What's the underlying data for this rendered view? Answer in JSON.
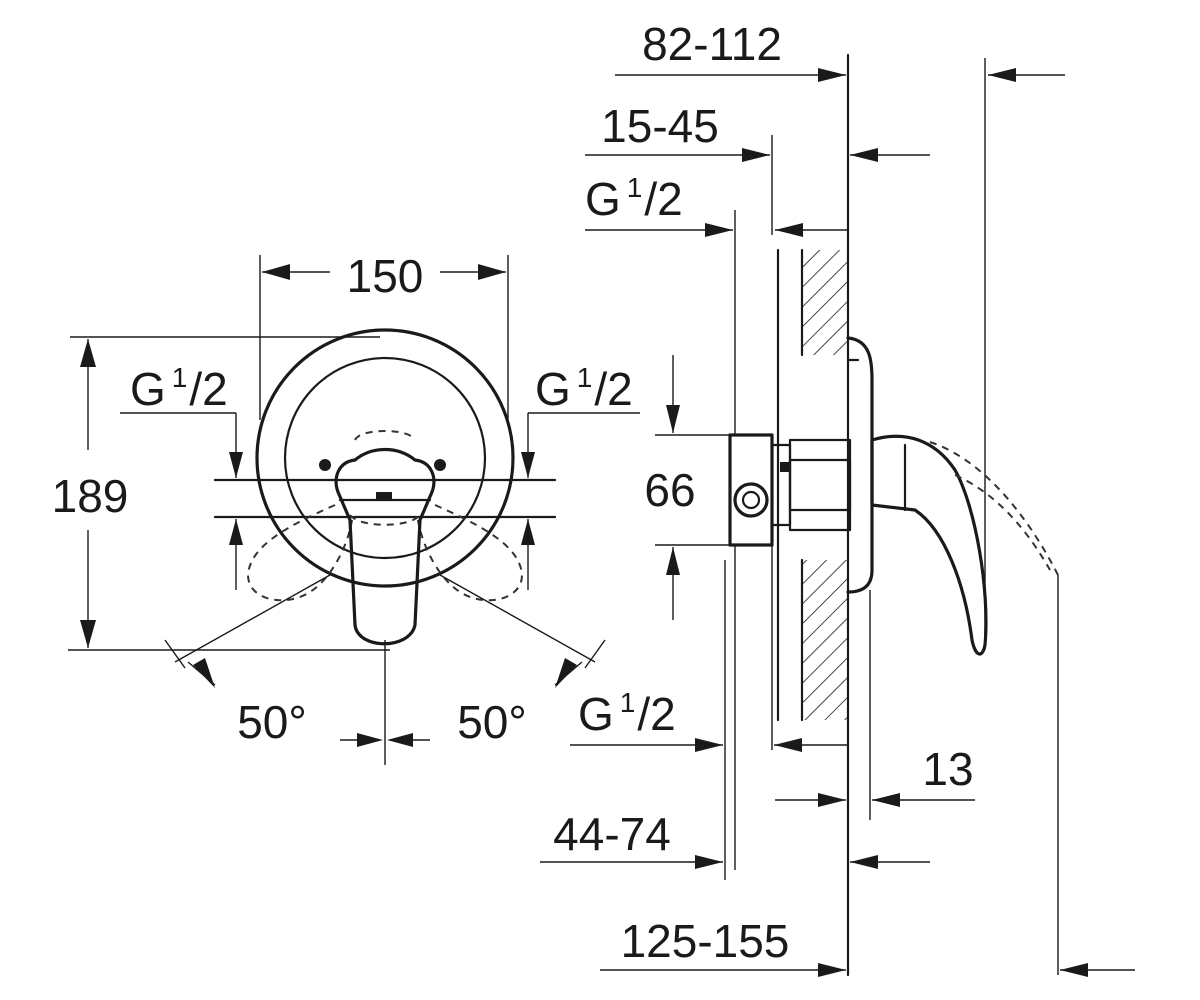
{
  "front_view": {
    "width_label": "150",
    "height_label": "189",
    "inlet_left_label": "G",
    "inlet_left_sup": "1",
    "inlet_left_sub": "/2",
    "inlet_right_label": "G",
    "inlet_right_sup": "1",
    "inlet_right_sub": "/2",
    "angle_left_label": "50°",
    "angle_right_label": "50°"
  },
  "side_view": {
    "dim_top_label": "82-112",
    "dim_second_label": "15-45",
    "thread_top_label": "G",
    "thread_top_sup": "1",
    "thread_top_sub": "/2",
    "body_height_label": "66",
    "thread_bottom_label": "G",
    "thread_bottom_sup": "1",
    "thread_bottom_sub": "/2",
    "plate_label": "13",
    "dim_lower_label": "44-74",
    "dim_bottom_label": "125-155"
  }
}
